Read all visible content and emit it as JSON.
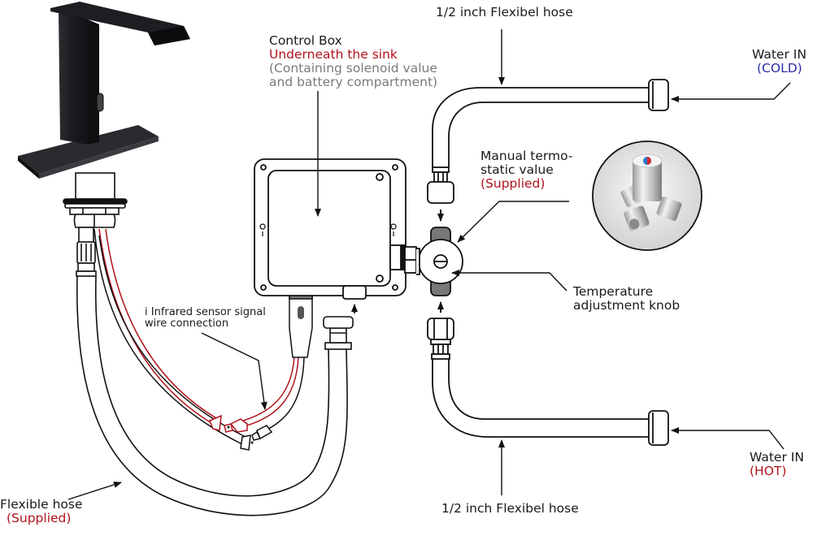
{
  "diagram": {
    "title": "Touchless faucet installation diagram",
    "colors": {
      "line": "#111111",
      "wire_red": "#b0121b",
      "accent_red": "#b0121b",
      "accent_grey": "#7a7a7a",
      "accent_blue": "#2b2ba8",
      "faucet_body": "#1e1f22"
    },
    "labels": {
      "control_box": {
        "title": "Control Box",
        "location": "Underneath the sink",
        "note_line1": "(Containing solenoid value",
        "note_line2": "and battery compartment)"
      },
      "top_hose": {
        "text": "1/2 inch Flexibel hose"
      },
      "bottom_hose": {
        "text": "1/2 inch Flexibel hose"
      },
      "water_in_cold": {
        "title": "Water IN",
        "tag": "(COLD)"
      },
      "water_in_hot": {
        "title": "Water IN",
        "tag": "(HOT)"
      },
      "thermostatic_valve": {
        "line1": "Manual termo-",
        "line2": "static value",
        "tag": "(Supplied)"
      },
      "temperature_knob": {
        "line1": "Temperature",
        "line2": "adjustment knob"
      },
      "sensor_wire": {
        "line1": "i Infrared sensor signal",
        "line2": "wire connection"
      },
      "flexible_hose": {
        "title": "Flexible hose",
        "tag": "(Supplied)"
      }
    },
    "components": [
      {
        "id": "faucet",
        "name": "Sensor faucet with deck plate"
      },
      {
        "id": "control-box",
        "name": "Control box"
      },
      {
        "id": "thermostatic-valve",
        "name": "Manual thermostatic valve"
      },
      {
        "id": "valve-photo",
        "name": "Thermostatic valve product photo"
      },
      {
        "id": "cold-hose",
        "name": "Cold water hose"
      },
      {
        "id": "hot-hose",
        "name": "Hot water hose"
      },
      {
        "id": "faucet-hose",
        "name": "Flexible hose from faucet to control box"
      },
      {
        "id": "sensor-cable",
        "name": "Infrared sensor signal cable"
      }
    ]
  }
}
